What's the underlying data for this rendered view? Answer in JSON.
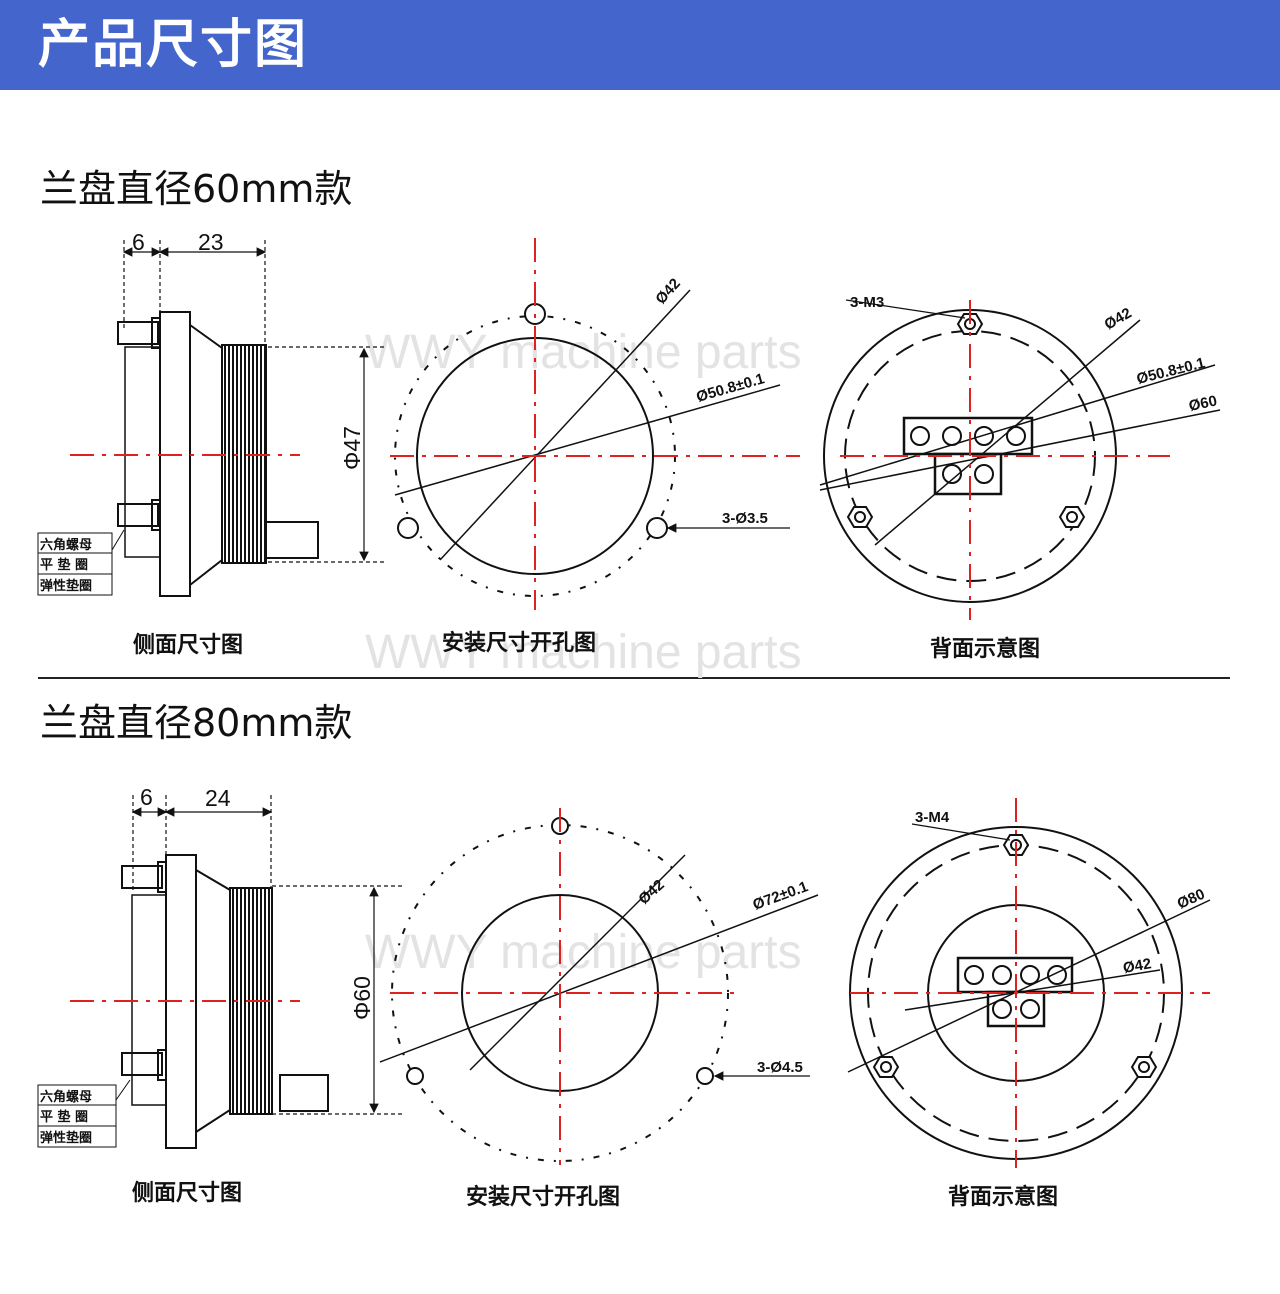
{
  "header": {
    "title": "产品尺寸图",
    "bg_color": "#4466cc"
  },
  "watermark": "WWY machine parts",
  "section60": {
    "title": "兰盘直径60mm款",
    "side": {
      "caption": "侧面尺寸图",
      "dim_a": "6",
      "dim_b": "23",
      "dim_dia": "Φ47",
      "labels": [
        "六角螺母",
        "平 垫 圈",
        "弹性垫圈"
      ]
    },
    "mount": {
      "caption": "安装尺寸开孔图",
      "dia_inner": "Ø42",
      "dia_pcd": "Ø50.8±0.1",
      "holes": "3-Ø3.5"
    },
    "back": {
      "caption": "背面示意图",
      "screws": "3-M3",
      "dia_a": "Ø42",
      "dia_b": "Ø50.8±0.1",
      "dia_c": "Ø60"
    }
  },
  "section80": {
    "title": "兰盘直径80mm款",
    "side": {
      "caption": "侧面尺寸图",
      "dim_a": "6",
      "dim_b": "24",
      "dim_dia": "Φ60",
      "labels": [
        "六角螺母",
        "平 垫 圈",
        "弹性垫圈"
      ]
    },
    "mount": {
      "caption": "安装尺寸开孔图",
      "dia_inner": "Ø42",
      "dia_pcd": "Ø72±0.1",
      "holes": "3-Ø4.5"
    },
    "back": {
      "caption": "背面示意图",
      "screws": "3-M4",
      "dia_a": "Ø80",
      "dia_b": "Ø42"
    }
  },
  "colors": {
    "centerline": "#dd2222",
    "line": "#111111"
  }
}
